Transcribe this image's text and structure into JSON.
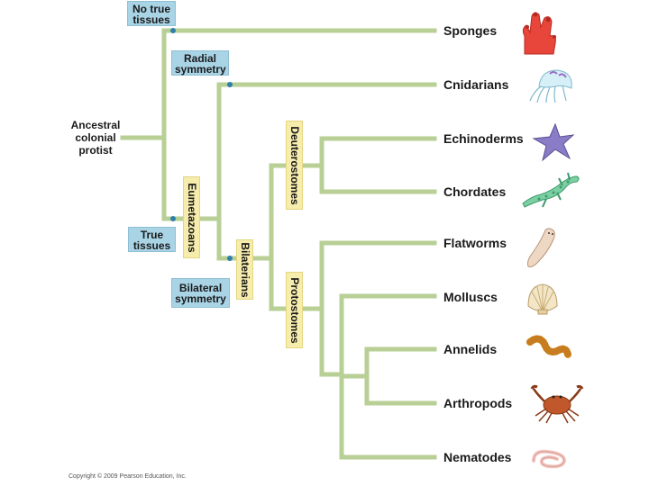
{
  "ancestor": [
    "Ancestral",
    "colonial",
    "protist"
  ],
  "taxa": [
    {
      "label": "Sponges",
      "icon": "sponge-icon"
    },
    {
      "label": "Cnidarians",
      "icon": "jellyfish-icon"
    },
    {
      "label": "Echinoderms",
      "icon": "sea-star-icon"
    },
    {
      "label": "Chordates",
      "icon": "gecko-icon"
    },
    {
      "label": "Flatworms",
      "icon": "flatworm-icon"
    },
    {
      "label": "Molluscs",
      "icon": "shell-icon"
    },
    {
      "label": "Annelids",
      "icon": "earthworm-icon"
    },
    {
      "label": "Arthropods",
      "icon": "crab-icon"
    },
    {
      "label": "Nematodes",
      "icon": "roundworm-icon"
    }
  ],
  "characters": {
    "no_true_tissues": [
      "No true",
      "tissues"
    ],
    "radial_symmetry": [
      "Radial",
      "symmetry"
    ],
    "true_tissues": [
      "True",
      "tissues"
    ],
    "bilateral_symmetry": [
      "Bilateral",
      "symmetry"
    ]
  },
  "clades": {
    "eumetazoans": "Eumetazoans",
    "bilaterians": "Bilaterians",
    "deuterostomes": "Deuterostomes",
    "protostomes": "Protostomes"
  },
  "colors": {
    "branch": "#b8cf95",
    "node_dot": "#2f7fa8",
    "character_box": "#a9d4e6",
    "clade_box": "#f6ecac"
  },
  "copyright": "Copyright © 2009 Pearson Education, Inc."
}
